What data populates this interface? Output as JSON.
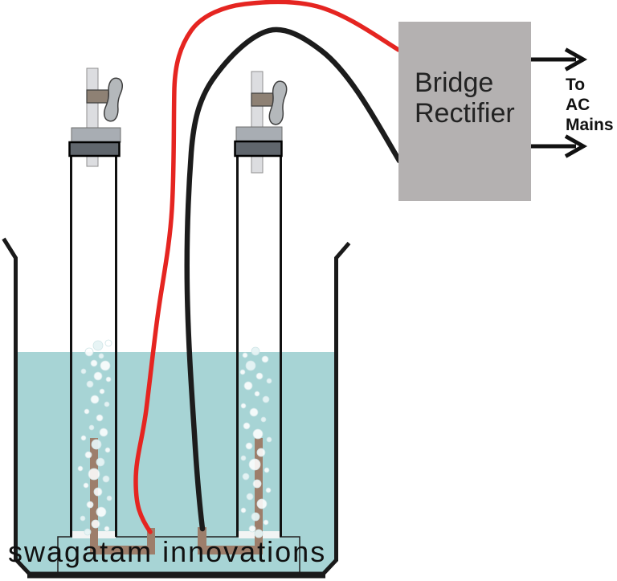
{
  "labels": {
    "rectifier": {
      "lines": [
        "Bridge",
        "Rectifier"
      ]
    },
    "mains": {
      "lines": [
        "To",
        "AC",
        "Mains"
      ]
    },
    "watermark": "swagatam innovations"
  },
  "colors": {
    "background": "#ffffff",
    "rectifier_box": "#b4b1b1",
    "rectifier_text": "#232323",
    "water": "#a7d4d5",
    "beaker_outline": "#1a1a1a",
    "wire_red": "#e52521",
    "wire_black": "#1c1c1c",
    "electrode_copper": "#9d7e6b",
    "tube_stopper": "#60666d",
    "tube_cap": "#a8adb3",
    "stand_rod": "#dcdde0",
    "clamp_block": "#8e8174",
    "wing_nut": "#b4b8bb",
    "arrow": "#111111",
    "bubble": "#ffffff"
  },
  "bubbles": {
    "left": [
      [
        122,
        430,
        6
      ],
      [
        135,
        427,
        4
      ],
      [
        111,
        438,
        5
      ],
      [
        126,
        443,
        3
      ],
      [
        117,
        452,
        4
      ],
      [
        131,
        455,
        6
      ],
      [
        104,
        462,
        3
      ],
      [
        122,
        468,
        5
      ],
      [
        135,
        472,
        3
      ],
      [
        112,
        478,
        4
      ],
      [
        127,
        487,
        3
      ],
      [
        118,
        497,
        5
      ],
      [
        133,
        503,
        3
      ],
      [
        108,
        512,
        3
      ],
      [
        124,
        520,
        4
      ],
      [
        114,
        532,
        3
      ],
      [
        129,
        538,
        5
      ],
      [
        104,
        545,
        3
      ],
      [
        120,
        553,
        6
      ],
      [
        134,
        560,
        3
      ],
      [
        110,
        566,
        4
      ],
      [
        125,
        575,
        5
      ],
      [
        100,
        583,
        3
      ],
      [
        117,
        590,
        7
      ],
      [
        132,
        596,
        4
      ],
      [
        107,
        604,
        3
      ],
      [
        122,
        612,
        5
      ],
      [
        136,
        620,
        3
      ],
      [
        112,
        628,
        4
      ],
      [
        126,
        637,
        6
      ],
      [
        103,
        645,
        3
      ],
      [
        119,
        652,
        5
      ],
      [
        133,
        658,
        3
      ],
      [
        109,
        662,
        4
      ]
    ],
    "right": [
      [
        318,
        437,
        5
      ],
      [
        305,
        442,
        3
      ],
      [
        330,
        447,
        4
      ],
      [
        312,
        455,
        6
      ],
      [
        302,
        463,
        3
      ],
      [
        323,
        468,
        4
      ],
      [
        335,
        474,
        3
      ],
      [
        309,
        480,
        5
      ],
      [
        320,
        490,
        3
      ],
      [
        331,
        497,
        4
      ],
      [
        303,
        505,
        3
      ],
      [
        316,
        513,
        5
      ],
      [
        328,
        522,
        3
      ],
      [
        307,
        530,
        4
      ],
      [
        321,
        540,
        6
      ],
      [
        335,
        547,
        3
      ],
      [
        310,
        555,
        4
      ],
      [
        325,
        563,
        5
      ],
      [
        303,
        570,
        3
      ],
      [
        317,
        578,
        7
      ],
      [
        332,
        585,
        3
      ],
      [
        306,
        593,
        4
      ],
      [
        320,
        602,
        5
      ],
      [
        334,
        610,
        3
      ],
      [
        311,
        618,
        4
      ],
      [
        326,
        627,
        6
      ],
      [
        303,
        635,
        3
      ],
      [
        318,
        643,
        5
      ],
      [
        331,
        650,
        3
      ],
      [
        314,
        658,
        4
      ],
      [
        322,
        664,
        5
      ]
    ]
  }
}
